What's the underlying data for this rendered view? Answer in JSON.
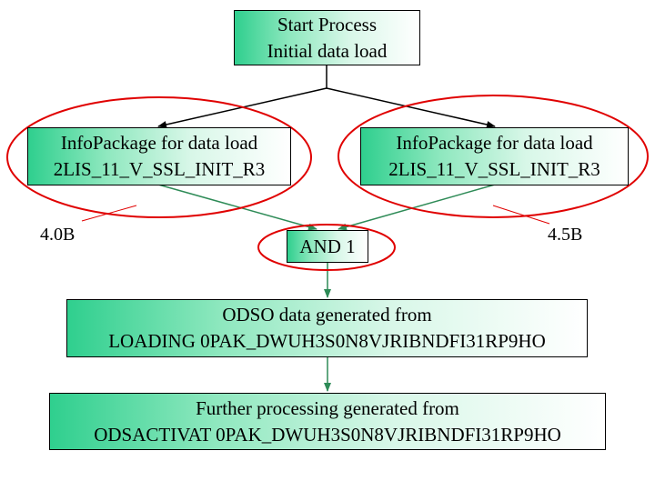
{
  "diagram": {
    "start": {
      "line1": "Start Process",
      "line2": "Initial data load"
    },
    "infopackage_left": {
      "line1": "InfoPackage for data load",
      "line2": "2LIS_11_V_SSL_INIT_R3"
    },
    "infopackage_right": {
      "line1": "InfoPackage for data load",
      "line2": "2LIS_11_V_SSL_INIT_R3"
    },
    "and_node": {
      "label": "AND 1"
    },
    "odso": {
      "line1": "ODSO data generated from",
      "line2": "LOADING 0PAK_DWUH3S0N8VJRIBNDFI31RP9HO"
    },
    "further": {
      "line1": "Further processing generated from",
      "line2": "ODSACTIVAT 0PAK_DWUH3S0N8VJRIBNDFI31RP9HO"
    },
    "annotations": {
      "left": "4.0B",
      "right": "4.5B"
    }
  },
  "colors": {
    "node_fill_start": "#2fcf8e",
    "node_fill_end": "#ffffff",
    "highlight_ellipse": "#e00000",
    "green_connector": "#2e8b57",
    "black_connector": "#000000"
  }
}
